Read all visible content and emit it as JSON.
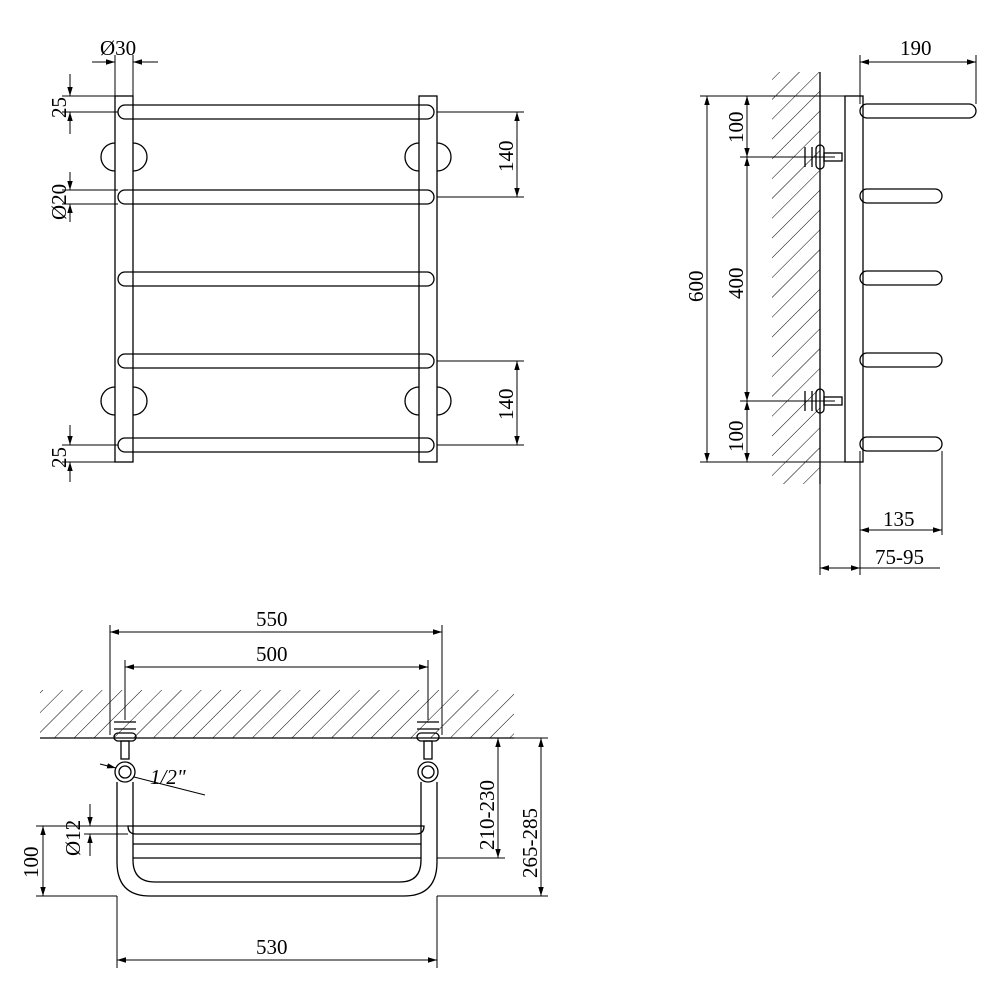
{
  "front_view": {
    "dim_outer_tube_diameter": "Ø30",
    "dim_rail_diameter": "Ø20",
    "dim_top_offset": "25",
    "dim_bottom_offset": "25",
    "dim_top_connection": "140",
    "dim_bottom_connection": "140"
  },
  "side_view": {
    "dim_depth": "190",
    "dim_total_height": "600",
    "dim_top": "100",
    "dim_middle": "400",
    "dim_bottom": "100",
    "dim_rail_depth": "135",
    "dim_wall_gap": "75-95"
  },
  "top_view": {
    "dim_width_outer": "550",
    "dim_connection_spacing": "500",
    "dim_thread": "1/2\"",
    "dim_shelf_diameter": "Ø12",
    "dim_shelf_height": "100",
    "dim_depth_a": "210-230",
    "dim_depth_b": "265-285",
    "dim_width_bottom": "530"
  }
}
